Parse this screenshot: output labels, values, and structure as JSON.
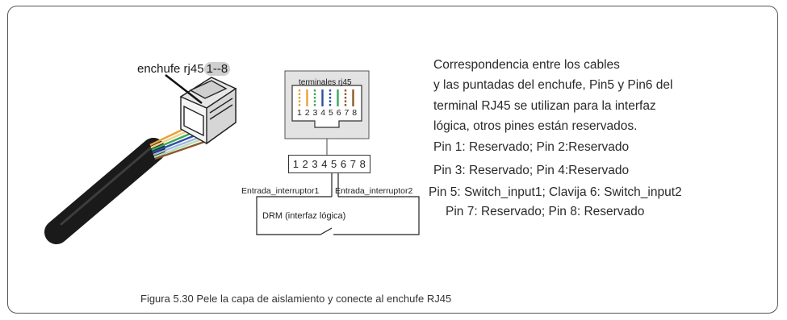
{
  "plug": {
    "label_prefix": "enchufe rj45",
    "label_highlight": "1--8"
  },
  "terminal": {
    "title": "terminales rj45",
    "numbers": "1 2 3 4 5 6 7 8",
    "pins_row": "1 2 3 4 5 6 7 8",
    "wire_colors": [
      "#e8a13a",
      "#e8a13a",
      "#3aa85a",
      "#2d4fa3",
      "#2d4fa3",
      "#3aa85a",
      "#8a5a2b",
      "#8a5a2b"
    ]
  },
  "switch_circuit": {
    "input1_label": "Entrada_interruptor1",
    "input2_label": "Entrada_interruptor2",
    "drm_label": "DRM (interfaz lógica)"
  },
  "description": {
    "lines": [
      "Correspondencia entre los cables",
      "y las puntadas del enchufe, Pin5 y Pin6 del",
      "terminal RJ45 se utilizan para la interfaz",
      "lógica, otros pines están reservados.",
      "Pin 1: Reservado; Pin 2:Reservado",
      "Pin 3: Reservado; Pin 4:Reservado",
      "Pin 5: Switch_input1; Clavija 6: Switch_input2",
      "Pin 7: Reservado; Pin 8: Reservado"
    ]
  },
  "caption": "Figura 5.30 Pele la capa de aislamiento y conecte al enchufe RJ45"
}
